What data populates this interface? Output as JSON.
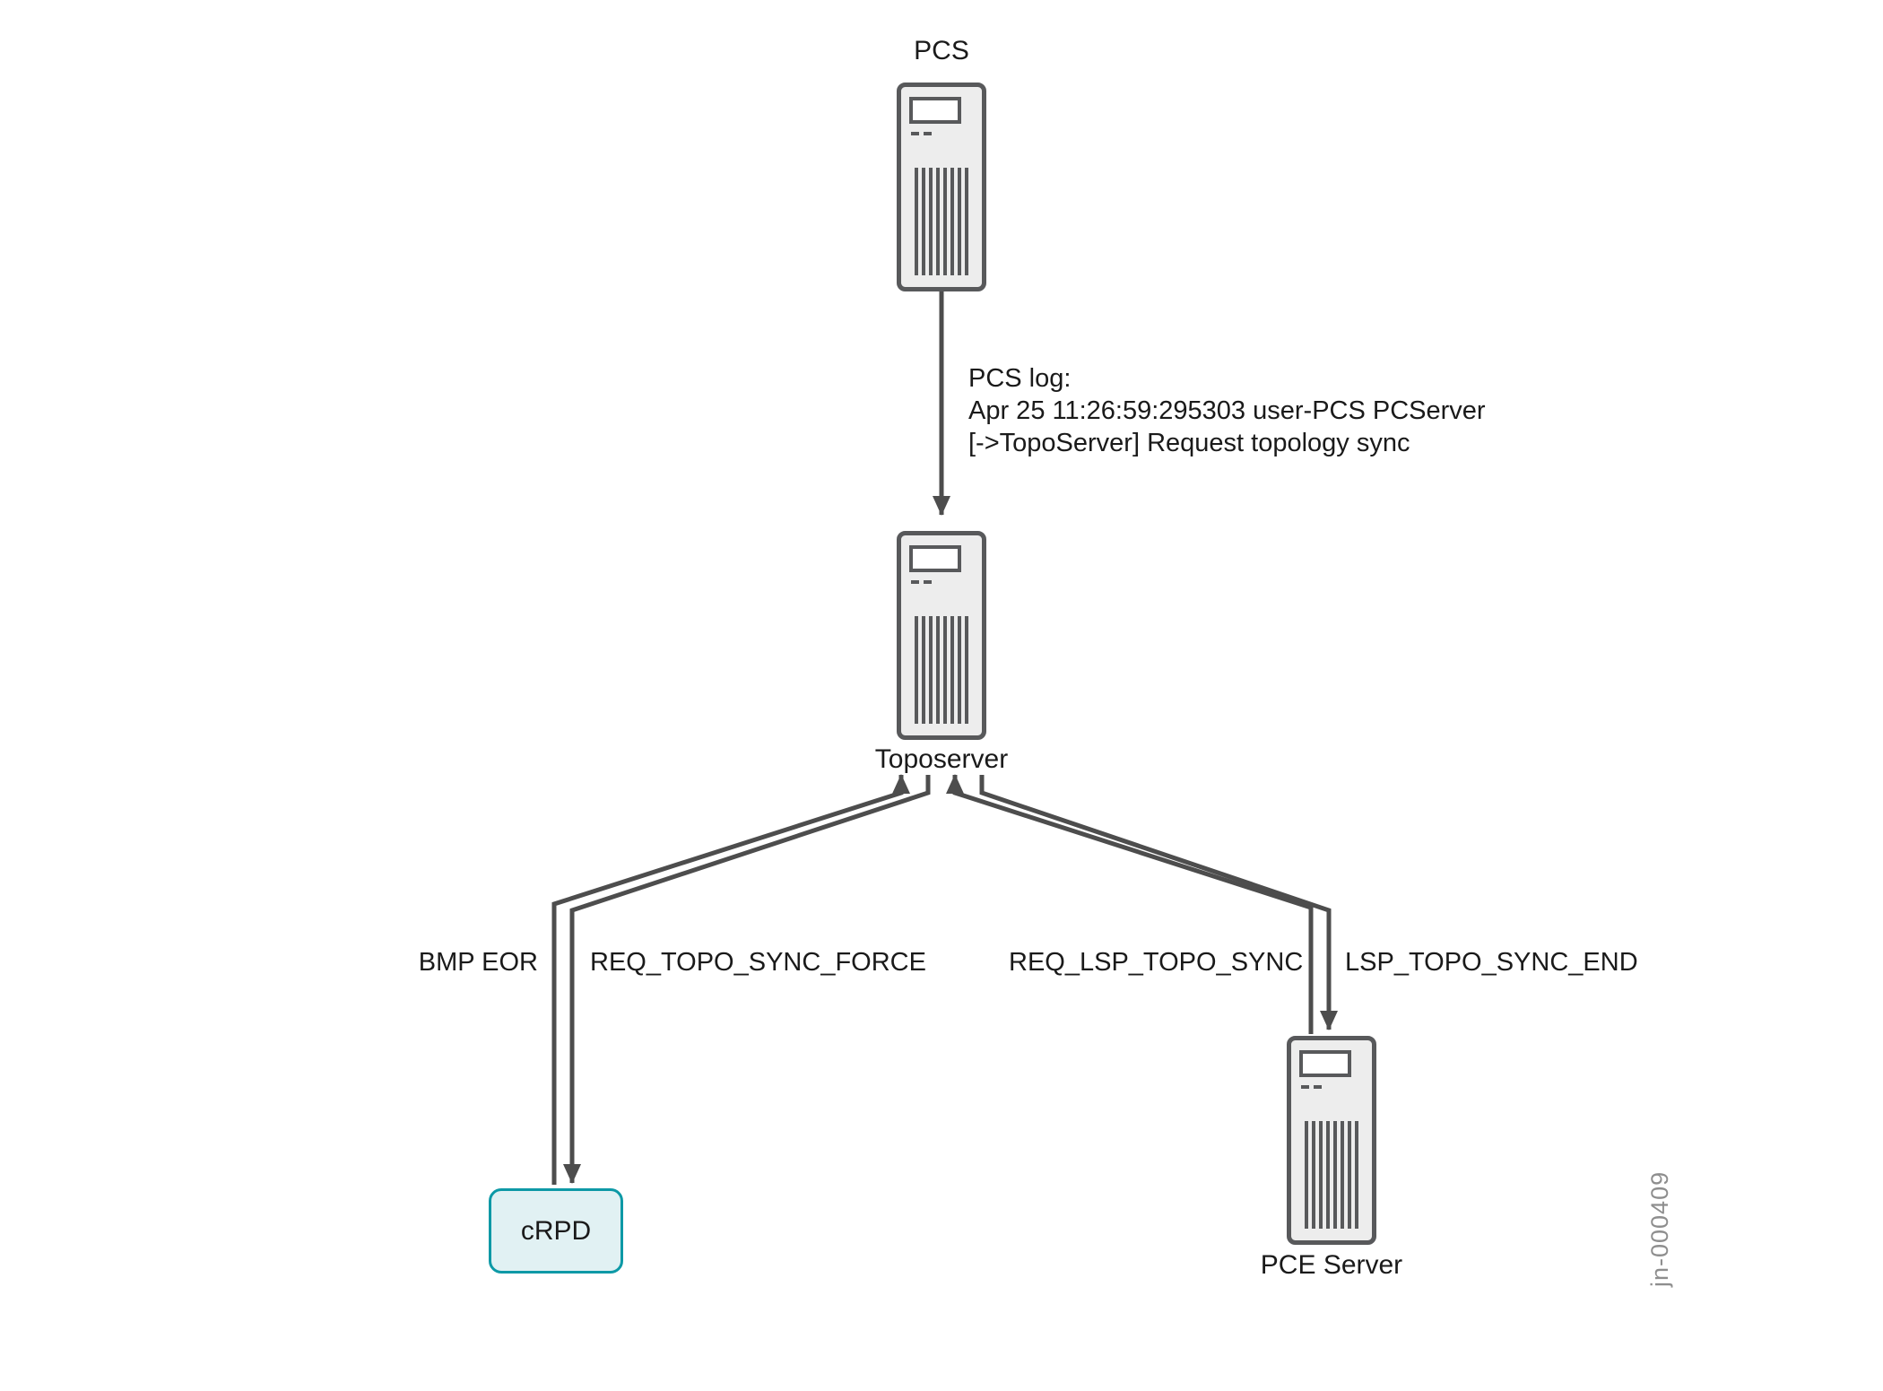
{
  "diagram": {
    "nodes": {
      "pcs": "PCS",
      "toposerver": "Toposerver",
      "crpd": "cRPD",
      "pce_server": "PCE Server"
    },
    "log_annotation": {
      "lines": [
        "PCS log:",
        "Apr 25 11:26:59:295303 user-PCS PCServer",
        "[->TopoServer] Request topology sync"
      ]
    },
    "edge_labels": {
      "bmp_eor": "BMP EOR",
      "req_topo_sync_force": "REQ_TOPO_SYNC_FORCE",
      "req_lsp_topo_sync": "REQ_LSP_TOPO_SYNC",
      "lsp_topo_sync_end": "LSP_TOPO_SYNC_END"
    },
    "figure_id": "jn-000409",
    "colors": {
      "background": "#ffffff",
      "line": "#4d4d4d",
      "server_fill": "#ededed",
      "server_stroke": "#58595b",
      "screen_fill": "#ffffff",
      "crpd_fill": "#e1f1f3",
      "crpd_stroke": "#0d99a6",
      "label_text": "#1a1a1a",
      "figure_id_text": "#8e8e8e"
    }
  }
}
